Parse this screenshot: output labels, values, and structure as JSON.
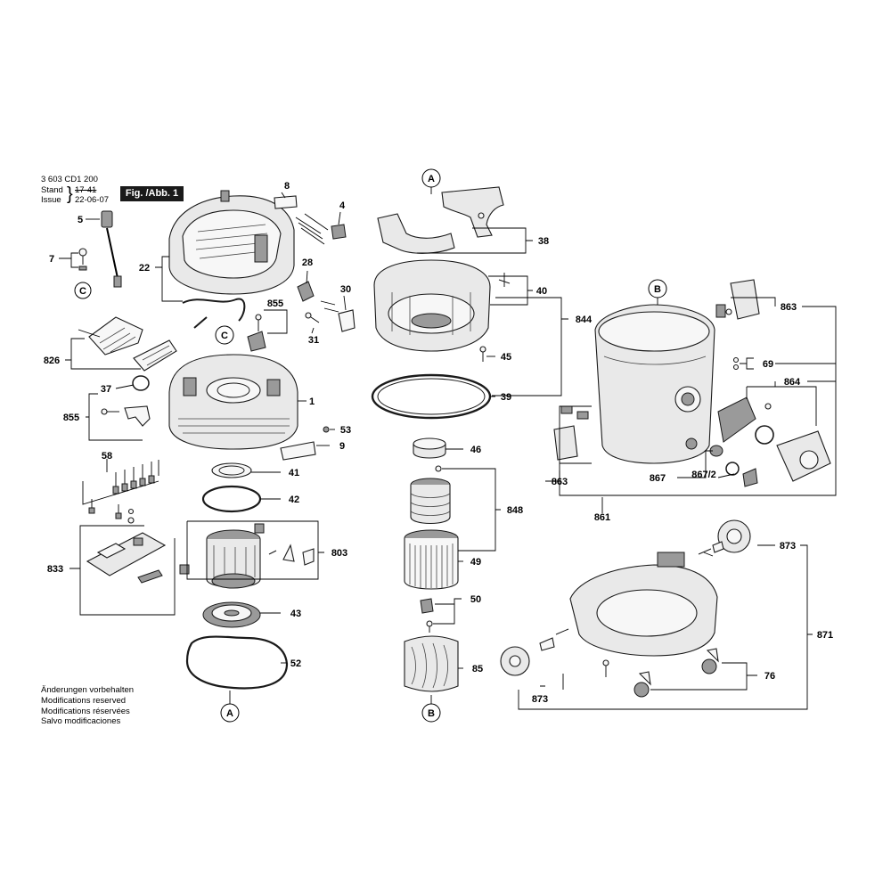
{
  "header": {
    "part_number": "3 603 CD1 200",
    "stand_label": "Stand",
    "issue_label": "Issue",
    "stand_value": "17-41",
    "issue_value": "22-06-07",
    "figure_label": "Fig. /Abb. 1"
  },
  "notes": [
    "Änderungen vorbehalten",
    "Modifications reserved",
    "Modifications réservées",
    "Salvo modificaciones"
  ],
  "refs": {
    "A_top": "A",
    "A_bottom": "A",
    "B_mid": "B",
    "B_bottom": "B",
    "C_left": "C",
    "C_mid": "C"
  },
  "labels": {
    "p1": "1",
    "p4": "4",
    "p5": "5",
    "p7": "7",
    "p8": "8",
    "p9": "9",
    "p22": "22",
    "p28": "28",
    "p30": "30",
    "p31": "31",
    "p37": "37",
    "p38": "38",
    "p39": "39",
    "p40": "40",
    "p41": "41",
    "p42": "42",
    "p43": "43",
    "p45": "45",
    "p46": "46",
    "p49": "49",
    "p50": "50",
    "p52": "52",
    "p53": "53",
    "p58": "58",
    "p69": "69",
    "p76": "76",
    "p85": "85",
    "p803": "803",
    "p826": "826",
    "p833": "833",
    "p844": "844",
    "p848": "848",
    "p855a": "855",
    "p855b": "855",
    "p861": "861",
    "p863a": "863",
    "p863b": "863",
    "p864": "864",
    "p867": "867",
    "p867_2": "867/2",
    "p871": "871",
    "p873a": "873",
    "p873b": "873"
  },
  "colors": {
    "ink": "#000000",
    "part_fill": "#e9e9e9",
    "dark_fill": "#9a9a9a",
    "header_box": "#1a1a1a"
  }
}
